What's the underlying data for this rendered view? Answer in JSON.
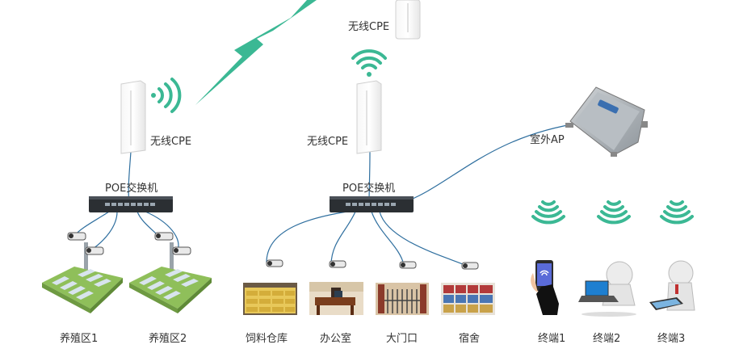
{
  "labels": {
    "cpe_top": "无线CPE",
    "cpe_left": "无线CPE",
    "cpe_mid": "无线CPE",
    "outdoor_ap": "室外AP",
    "switch_left": "POE交换机",
    "switch_mid": "POE交换机"
  },
  "places": [
    "养殖区1",
    "养殖区2",
    "饲料仓库",
    "办公室",
    "大门口",
    "宿舍"
  ],
  "terminals": [
    "终端1",
    "终端2",
    "终端3"
  ],
  "colors": {
    "accent": "#3bb894",
    "link": "#2f6f9f"
  }
}
